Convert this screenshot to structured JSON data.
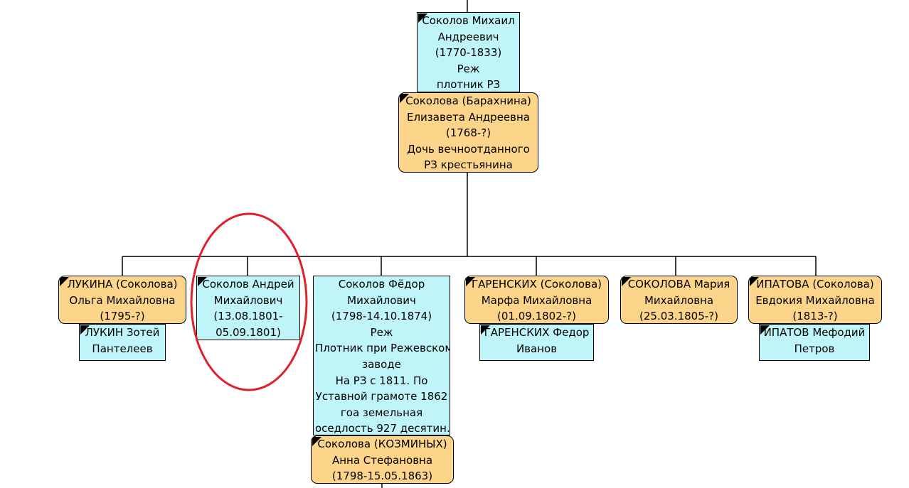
{
  "tree": {
    "root": {
      "husband": {
        "lines": [
          "Соколов Михаил",
          "Андреевич",
          "(1770-1833)",
          "Реж",
          "плотник РЗ"
        ]
      },
      "wife": {
        "lines": [
          "Соколова (Барахнина)",
          "Елизавета Андреевна",
          "(1768-?)",
          "Дочь вечноотданного",
          "РЗ крестьянина"
        ]
      }
    },
    "children": [
      {
        "person": {
          "lines": [
            "ЛУКИНА (Соколова)",
            "Ольга Михайловна",
            "(1795-?)"
          ]
        },
        "spouse": {
          "lines": [
            "ЛУКИН Зотей",
            "Пантелеев"
          ]
        }
      },
      {
        "person": {
          "lines": [
            "Соколов Андрей",
            "Михайлович",
            "(13.08.1801-",
            "05.09.1801)"
          ]
        }
      },
      {
        "person": {
          "lines": [
            "Соколов Фёдор",
            "Михайлович",
            "(1798-14.10.1874)",
            "Реж",
            "Плотник при Режевском",
            "заводе",
            "На РЗ с 1811. По",
            "Уставной грамоте 1862",
            "гоа земельная",
            "оседлость 927 десятин."
          ]
        },
        "spouse": {
          "lines": [
            "Соколова (КОЗМИНЫХ)",
            "Анна Стефановна",
            "(1798-15.05.1863)"
          ]
        }
      },
      {
        "person": {
          "lines": [
            "ГАРЕНСКИХ (Соколова)",
            "Марфа Михайловна",
            "(01.09.1802-?)"
          ]
        },
        "spouse": {
          "lines": [
            "ГАРЕНСКИХ Федор",
            "Иванов"
          ]
        }
      },
      {
        "person": {
          "lines": [
            "СОКОЛОВА Мария",
            "Михайловна",
            "(25.03.1805-?)"
          ]
        }
      },
      {
        "person": {
          "lines": [
            "ИПАТОВА (Соколова)",
            "Евдокия Михайловна",
            "(1813-?)"
          ]
        },
        "spouse": {
          "lines": [
            "ИПАТОВ Мефодий",
            "Петров"
          ]
        }
      }
    ]
  },
  "colors": {
    "male": "#bff4f8",
    "female": "#fdd58a",
    "highlight": "#e0202a",
    "line": "#000000"
  }
}
